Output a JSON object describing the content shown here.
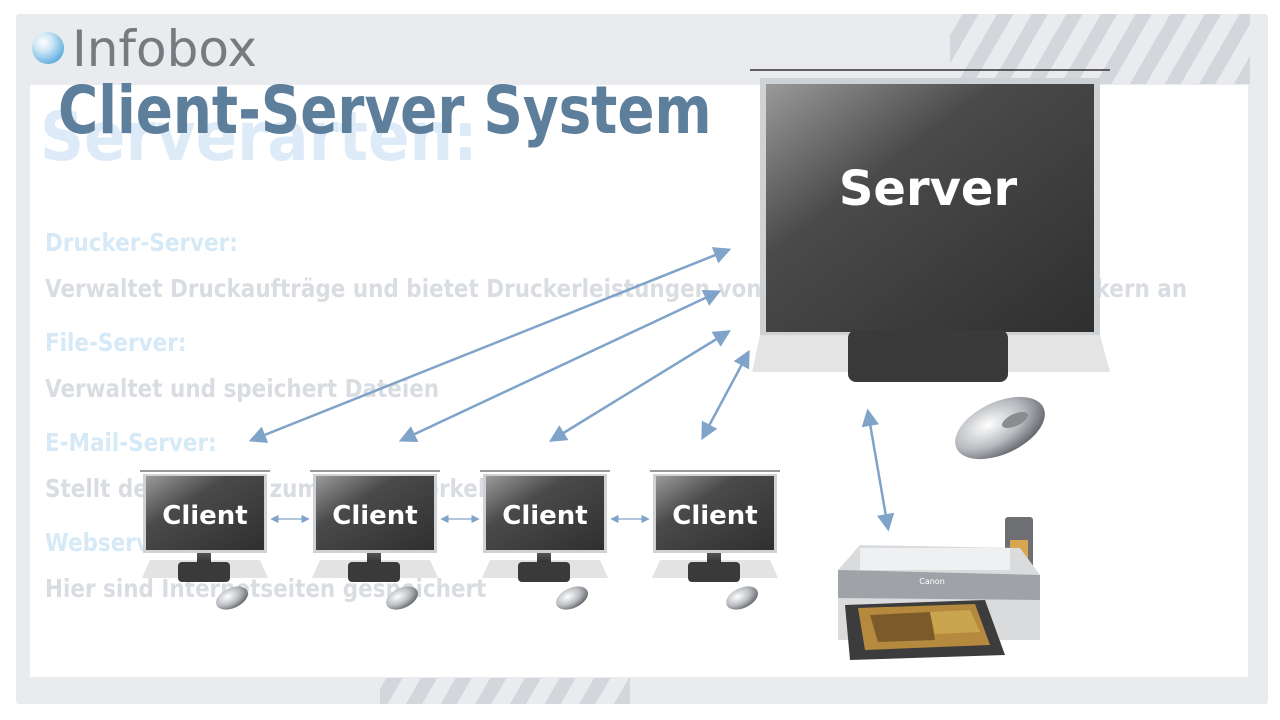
{
  "logo": {
    "text": "Infobox",
    "icon": "sphere-icon"
  },
  "slide": {
    "title": "Client-Server System",
    "ghost_title": "Serverarten:",
    "ghost_items": [
      {
        "heading": "Drucker-Server:",
        "text": "Verwaltet Druckaufträge und bietet Druckerleistungen von einem oder mehreren Druckern an"
      },
      {
        "heading": "File-Server:",
        "text": "Verwaltet und speichert Dateien"
      },
      {
        "heading": "E-Mail-Server:",
        "text": "Stellt den Zugang zum E-Mail-Verkehr"
      },
      {
        "heading": "Webserver:",
        "text": "Hier sind Internetseiten gespeichert"
      }
    ]
  },
  "diagram": {
    "server_label": "Server",
    "client_labels": [
      "Client",
      "Client",
      "Client",
      "Client"
    ],
    "printer_brand": "Canon",
    "colors": {
      "arrow": "#7fa3c9",
      "screen_dark": "#3b3b3b",
      "title": "#5e7f9c"
    }
  }
}
